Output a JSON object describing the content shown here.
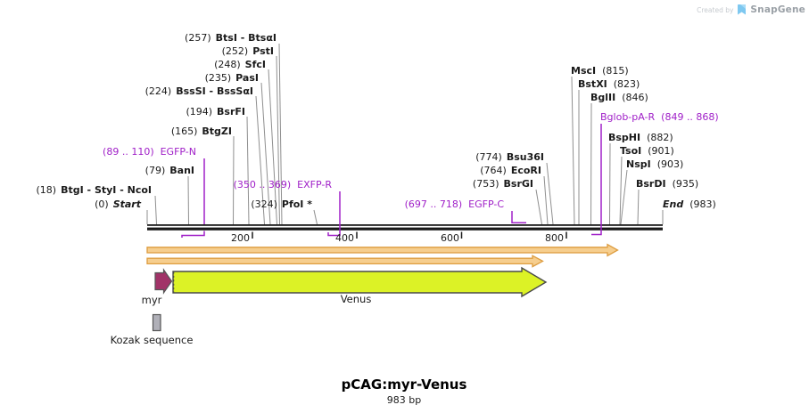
{
  "watermark": {
    "prefix": "Created by",
    "brand": "SnapGene"
  },
  "map": {
    "title": "pCAG:myr-Venus",
    "length_label": "983 bp",
    "ruler_ticks": [
      "200",
      "400",
      "600",
      "800"
    ],
    "markers": {
      "start": {
        "pos": "(0)",
        "label": "Start"
      },
      "end": {
        "label": "End",
        "pos": "(983)"
      }
    },
    "enzymes": [
      {
        "pos": "(257)",
        "name": "BtsI - BtsαI"
      },
      {
        "pos": "(252)",
        "name": "PstI"
      },
      {
        "pos": "(248)",
        "name": "SfcI"
      },
      {
        "pos": "(235)",
        "name": "PasI"
      },
      {
        "pos": "(224)",
        "name": "BssSI - BssSαI"
      },
      {
        "pos": "(194)",
        "name": "BsrFI"
      },
      {
        "pos": "(165)",
        "name": "BtgZI"
      },
      {
        "pos": "(79)",
        "name": "BanI"
      },
      {
        "pos": "(18)",
        "name": "BtgI - StyI - NcoI"
      },
      {
        "pos": "(324)",
        "name": "PfoI *"
      },
      {
        "pos": "(753)",
        "name": "BsrGI"
      },
      {
        "pos": "(764)",
        "name": "EcoRI"
      },
      {
        "pos": "(774)",
        "name": "Bsu36I"
      },
      {
        "name": "MscI",
        "pos": "(815)"
      },
      {
        "name": "BstXI",
        "pos": "(823)"
      },
      {
        "name": "BglII",
        "pos": "(846)"
      },
      {
        "name": "BspHI",
        "pos": "(882)"
      },
      {
        "name": "TsoI",
        "pos": "(901)"
      },
      {
        "name": "NspI",
        "pos": "(903)"
      },
      {
        "name": "BsrDI",
        "pos": "(935)"
      }
    ],
    "primers": [
      {
        "range": "(89 .. 110)",
        "name": "EGFP-N"
      },
      {
        "range": "(350 .. 369)",
        "name": "EXFP-R"
      },
      {
        "range": "(697 .. 718)",
        "name": "EGFP-C"
      },
      {
        "name": "Bglob-pA-R",
        "range": "(849 .. 868)"
      }
    ],
    "features": [
      {
        "label": "myr"
      },
      {
        "label": "Venus"
      },
      {
        "label": "Kozak sequence"
      }
    ]
  },
  "colors": {
    "primer_purple": "#A020C8",
    "leader_gray": "#8f8f8f",
    "orf_arrow_stroke": "#DD9C3F",
    "orf_arrow_fill": "#F6CE8E",
    "myr_fill": "#A13368",
    "venus_fill": "#DCF226",
    "kozak_fill": "#B0B0B8"
  }
}
